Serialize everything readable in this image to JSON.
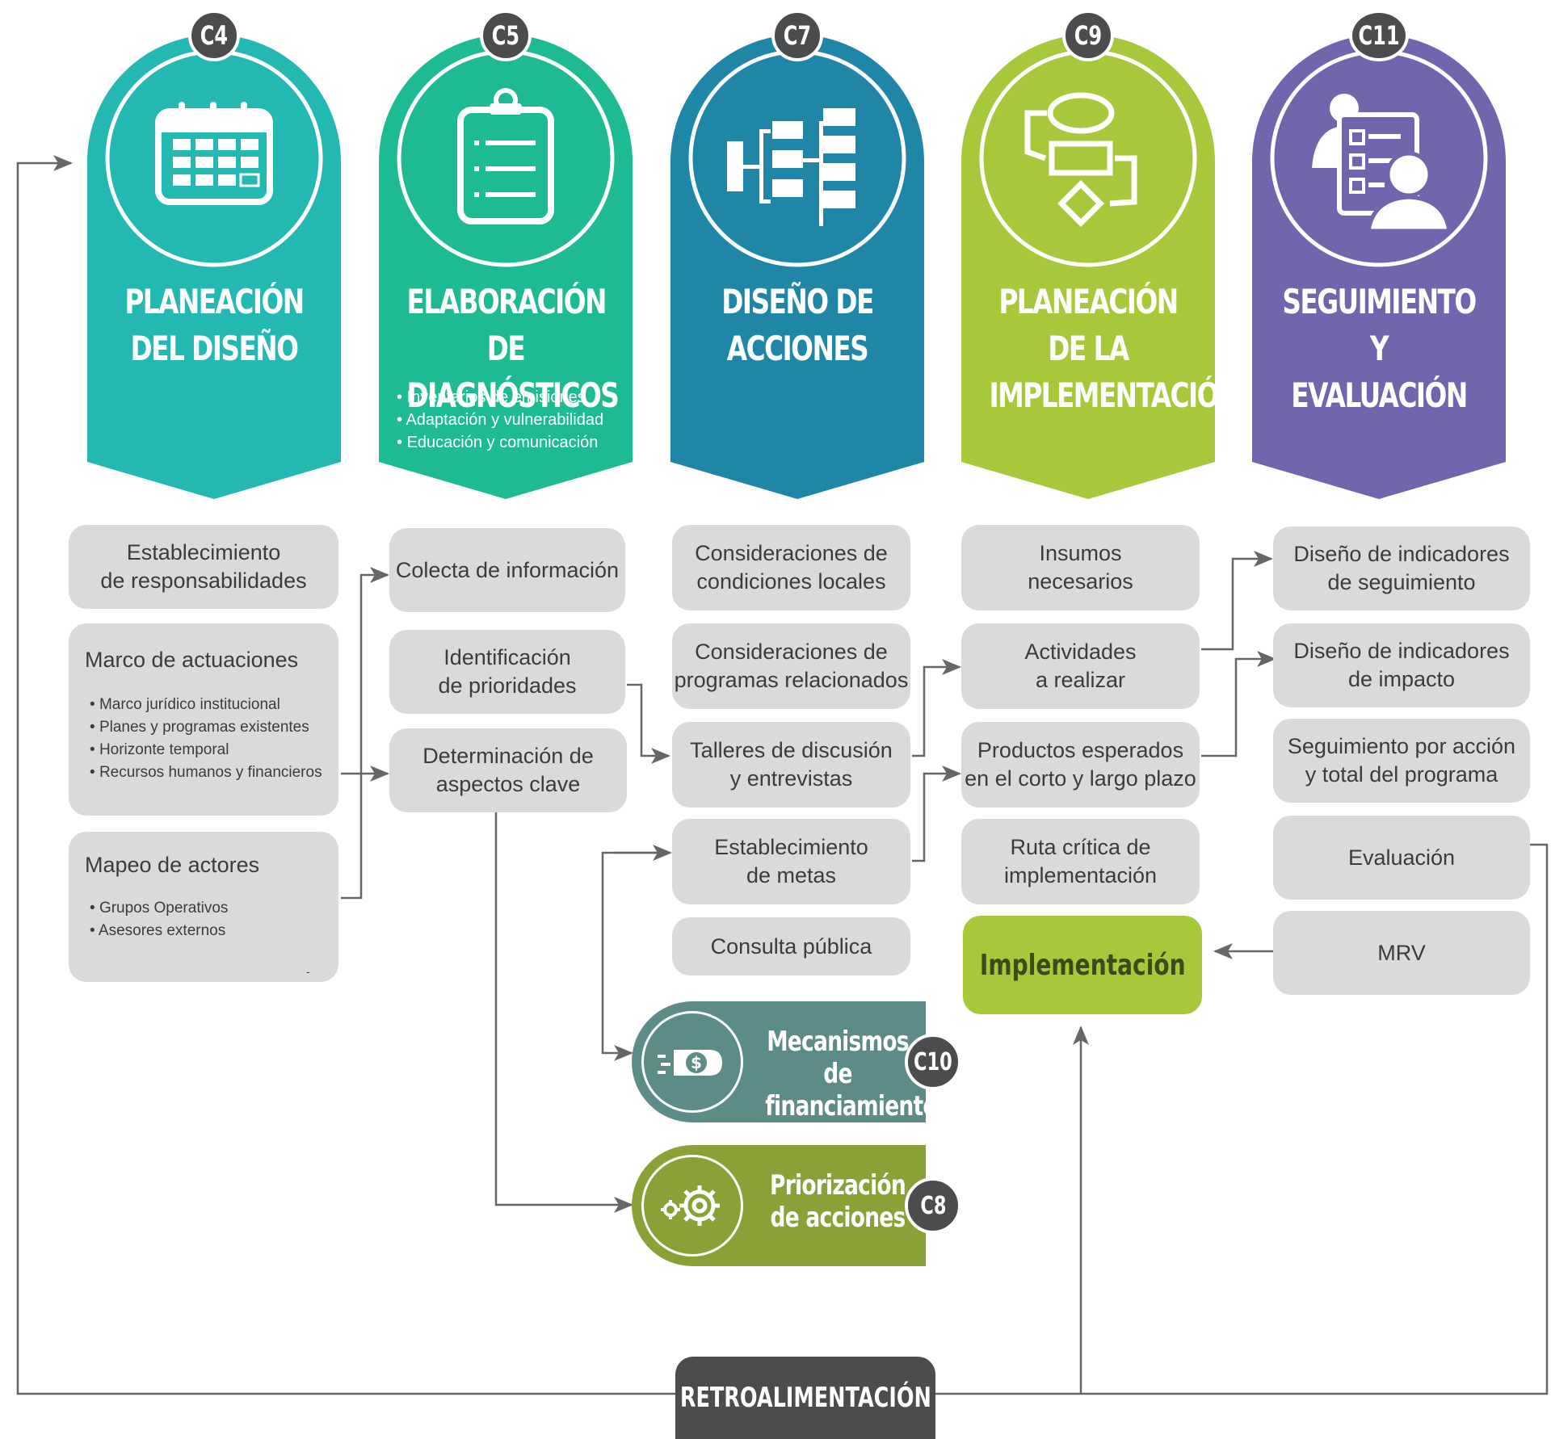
{
  "phases": [
    {
      "code": "C4",
      "title_1": "PLANEACIÓN",
      "title_2": "DEL DISEÑO",
      "color": "#24b8b3",
      "icon": "calendar-icon"
    },
    {
      "code": "C5",
      "title_1": "ELABORACIÓN",
      "title_2": "DE DIAGNÓSTICOS",
      "color": "#1dba93",
      "icon": "clipboard-checklist-icon",
      "bullets": [
        "Inventarios de emisiones",
        "Adaptación y vulnerabilidad",
        "Educación y comunicación"
      ]
    },
    {
      "code": "C7",
      "title_1": "DISEÑO DE",
      "title_2": "ACCIONES",
      "color": "#1f86a8",
      "icon": "hierarchy-icon"
    },
    {
      "code": "C9",
      "title_1": "PLANEACIÓN DE LA",
      "title_2": "IMPLEMENTACIÓN",
      "color": "#a7c83a",
      "icon": "flowchart-icon"
    },
    {
      "code": "C11",
      "title_1": "SEGUIMIENTO Y",
      "title_2": "EVALUACIÓN",
      "color": "#7264ad",
      "icon": "person-checklist-icon"
    }
  ],
  "col_c4": {
    "responsabilidades": [
      "Establecimiento",
      "de responsabilidades"
    ],
    "marco": {
      "title": "Marco de actuaciones",
      "items": [
        "Marco jurídico institucional",
        "Planes y programas existentes",
        "Horizonte temporal",
        "Recursos humanos y financieros"
      ]
    },
    "mapeo": {
      "title": "Mapeo de actores",
      "items": [
        "Grupos Operativos",
        "Asesores externos"
      ],
      "mark": "-"
    }
  },
  "col_c5": {
    "colecta": [
      "Colecta de información"
    ],
    "prioridades": [
      "Identificación",
      "de prioridades"
    ],
    "aspectos": [
      "Determinación de",
      "aspectos clave"
    ]
  },
  "col_c7": {
    "locales": [
      "Consideraciones de",
      "condiciones locales"
    ],
    "programas": [
      "Consideraciones de",
      "programas relacionados"
    ],
    "talleres": [
      "Talleres de discusión",
      "y entrevistas"
    ],
    "metas": [
      "Establecimiento",
      "de metas"
    ],
    "consulta": [
      "Consulta pública"
    ]
  },
  "col_c9": {
    "insumos": [
      "Insumos",
      "necesarios"
    ],
    "actividades": [
      "Actividades",
      "a realizar"
    ],
    "productos": [
      "Productos esperados",
      "en el corto y largo plazo"
    ],
    "ruta": [
      "Ruta crítica de",
      "implementación"
    ],
    "implementacion": "Implementación"
  },
  "col_c11": {
    "seguimiento_ind": [
      "Diseño de indicadores",
      "de seguimiento"
    ],
    "impacto_ind": [
      "Diseño de indicadores",
      "de impacto"
    ],
    "accion": [
      "Seguimiento por acción",
      "y total del programa"
    ],
    "evaluacion": [
      "Evaluación"
    ],
    "mrv": [
      "MRV"
    ]
  },
  "financiamiento": {
    "line_1": "Mecanismos de",
    "line_2": "financiamiento",
    "code": "C10",
    "color": "#5d8b87",
    "icon": "hand-money-icon"
  },
  "priorizacion": {
    "line_1": "Priorización",
    "line_2": "de acciones",
    "code": "C8",
    "color": "#8aa137",
    "icon": "gears-icon"
  },
  "feedback": "RETROALIMENTACIÓN",
  "colors": {
    "box": "#d9dadb",
    "text": "#3c3c3c",
    "wire": "#666666",
    "badge": "#4a4c4d"
  }
}
